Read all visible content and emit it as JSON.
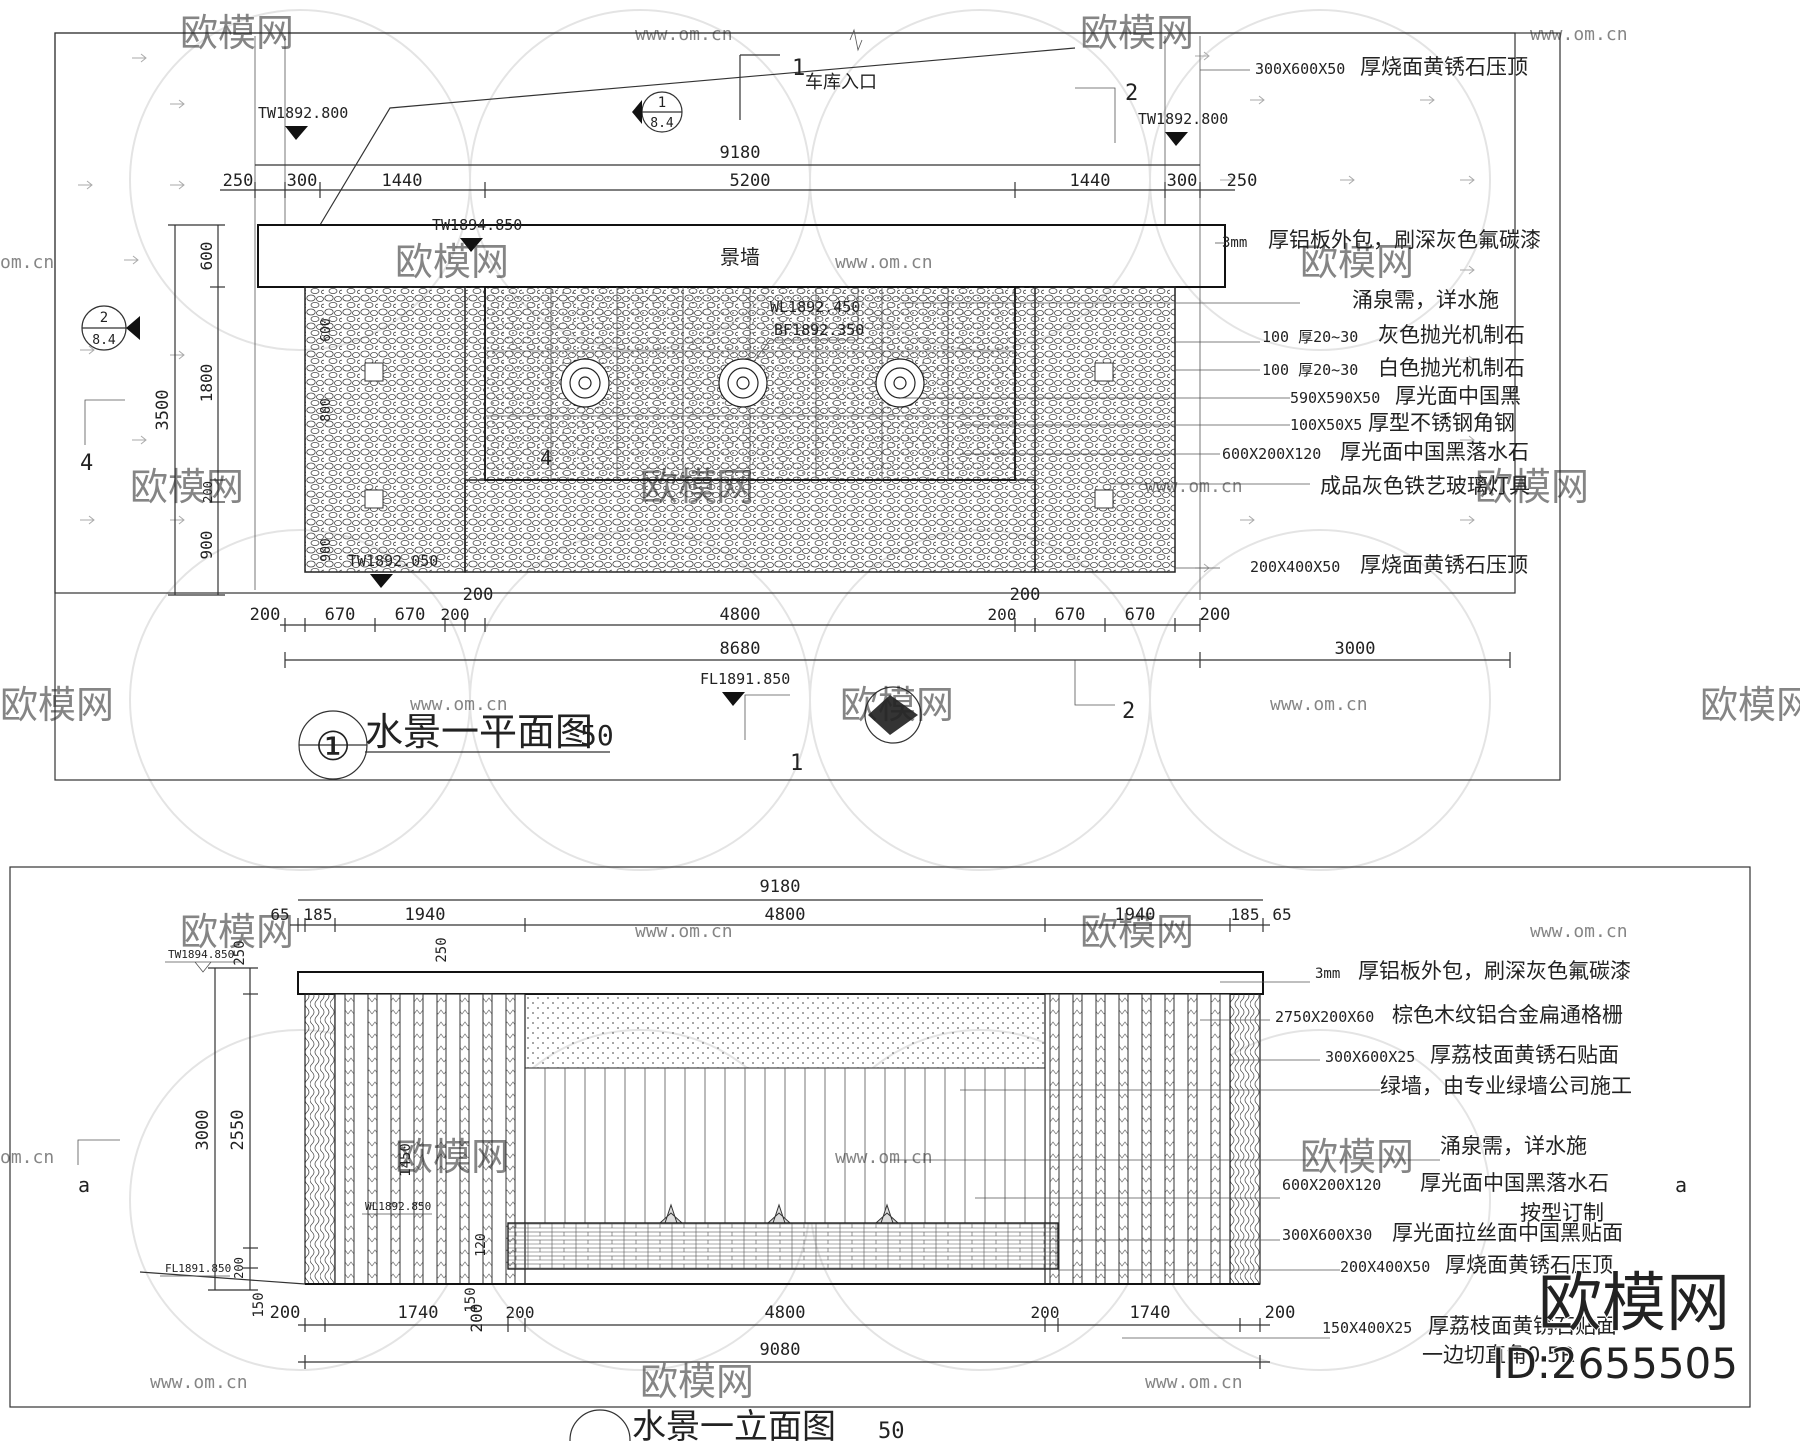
{
  "watermark": {
    "text": "欧模网",
    "url": "www.om.cn",
    "url_short": "om.cn"
  },
  "brand": {
    "name": "欧模网",
    "id": "ID:2655505"
  },
  "plan": {
    "title": "水景一平面图",
    "title_num": "①",
    "overlay_scale": "50",
    "entrance": "车库入口",
    "feature_wall": "景墙",
    "section_marks": [
      "1",
      "2",
      "4",
      "1",
      "2"
    ],
    "callouts": [
      {
        "num": "1",
        "sheet": "8.4"
      },
      {
        "num": "2",
        "sheet": "8.4"
      }
    ],
    "elevations": {
      "tw_left": "TW1892.800",
      "tw_right": "TW1892.800",
      "tw_wall": "TW1894.850",
      "wl": "WL1892.450",
      "bf": "BF1892.350",
      "tw_bottom": "TW1892.050",
      "fl": "FL1891.850"
    },
    "dims_top": {
      "overall": "9180",
      "segments": [
        "250",
        "300",
        "1440",
        "5200",
        "1440",
        "300",
        "250"
      ]
    },
    "dims_left": [
      "3500",
      "600",
      "1800",
      "900",
      "200",
      "900",
      "800",
      "600"
    ],
    "dims_bottom_upper": [
      "200",
      "200"
    ],
    "dims_bottom": [
      "200",
      "670",
      "670",
      "200",
      "4800",
      "200",
      "670",
      "670",
      "200"
    ],
    "dims_overall": [
      "8680",
      "3000"
    ],
    "labels": [
      {
        "spec": "300X600X50",
        "desc": "厚烧面黄锈石压顶"
      },
      {
        "spec": "3mm",
        "desc": "厚铝板外包，刷深灰色氟碳漆"
      },
      {
        "spec": "",
        "desc": "涌泉需，详水施"
      },
      {
        "spec": "100 厚20~30",
        "desc": "灰色抛光机制石"
      },
      {
        "spec": "100 厚20~30",
        "desc": "白色抛光机制石"
      },
      {
        "spec": "590X590X50",
        "desc": "厚光面中国黑"
      },
      {
        "spec": "100X50X5",
        "desc": "厚型不锈钢角钢"
      },
      {
        "spec": "600X200X120",
        "desc": "厚光面中国黑落水石"
      },
      {
        "spec": "",
        "desc": "成品灰色铁艺玻璃灯具"
      },
      {
        "spec": "200X400X50",
        "desc": "厚烧面黄锈石压顶"
      }
    ]
  },
  "elevation": {
    "title": "水景一立面图",
    "title_scale": "50",
    "marker": "a",
    "tw_top": "TW1894.850",
    "wl": "WL1892.850",
    "fl": "FL1891.850",
    "dims_top": {
      "overall": "9180",
      "segments": [
        "65",
        "185",
        "1940",
        "4800",
        "1940",
        "185",
        "65"
      ]
    },
    "dims_left": [
      "250",
      "3000",
      "2550",
      "250",
      "200",
      "150",
      "150"
    ],
    "dims_left_inner": [
      "1450",
      "120"
    ],
    "dims_bottom": [
      "200",
      "1740",
      "200",
      "200",
      "4800",
      "200",
      "1740",
      "200"
    ],
    "dims_overall": "9080",
    "labels": [
      {
        "spec": "3mm",
        "desc": "厚铝板外包，刷深灰色氟碳漆"
      },
      {
        "spec": "2750X200X60",
        "desc": "棕色木纹铝合金扁通格栅"
      },
      {
        "spec": "300X600X25",
        "desc": "厚荔枝面黄锈石贴面"
      },
      {
        "spec": "",
        "desc": "绿墙，由专业绿墙公司施工"
      },
      {
        "spec": "",
        "desc": "涌泉需，详水施"
      },
      {
        "spec": "600X200X120",
        "desc": "厚光面中国黑落水石"
      },
      {
        "spec": "",
        "desc": "按型订制"
      },
      {
        "spec": "300X600X30",
        "desc": "厚光面拉丝面中国黑贴面"
      },
      {
        "spec": "200X400X50",
        "desc": "厚烧面黄锈石压顶"
      },
      {
        "spec": "150X400X25",
        "desc": "厚荔枝面黄锈石贴面"
      },
      {
        "spec": "",
        "desc": "一边切直角0.5R"
      }
    ]
  }
}
